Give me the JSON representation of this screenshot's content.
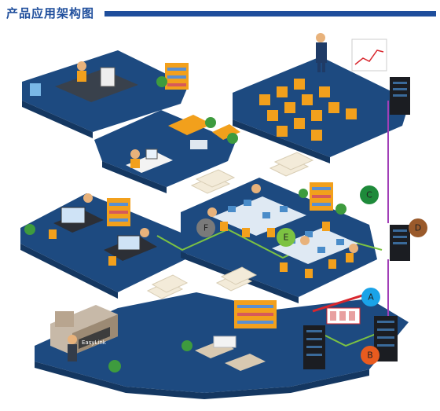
{
  "page_title": "产品应用架构图",
  "colors": {
    "accent": "#1f4e9c",
    "floor": "#1d4a80",
    "desk_orange": "#f2a01c",
    "link_green": "#7cc242",
    "link_purple": "#a13fb7",
    "link_red": "#d8262d"
  },
  "markers": [
    {
      "id": "A",
      "label": "A",
      "color": "#1aa3e8"
    },
    {
      "id": "B",
      "label": "B",
      "color": "#e85b1f"
    },
    {
      "id": "C",
      "label": "C",
      "color": "#1e8a3a"
    },
    {
      "id": "D",
      "label": "D",
      "color": "#9a5a2b"
    },
    {
      "id": "E",
      "label": "E",
      "color": "#7cc242"
    },
    {
      "id": "F",
      "label": "F",
      "color": "#7a7a7a"
    }
  ],
  "reception_sign": "EasyLink"
}
